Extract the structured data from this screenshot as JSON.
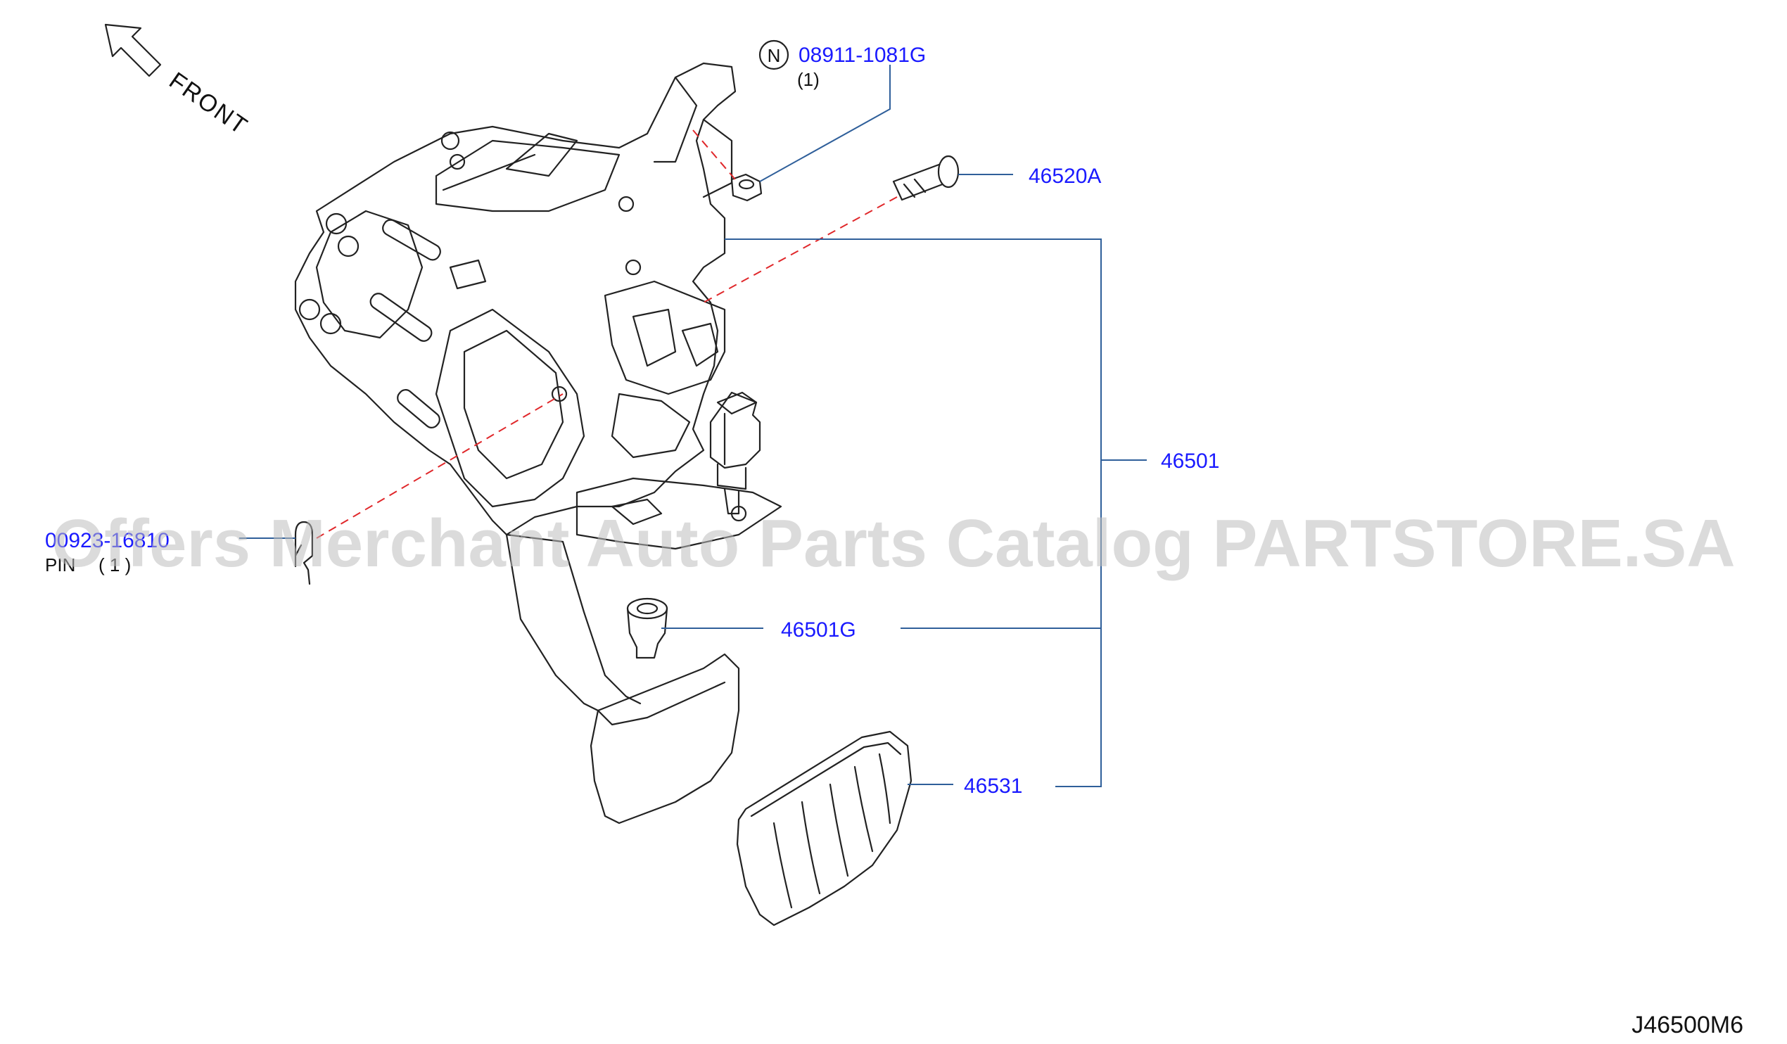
{
  "orientation": {
    "label": "FRONT"
  },
  "callouts": [
    {
      "id": "nut",
      "badge": "N",
      "part_number": "08911-1081G",
      "qty": "(1)"
    },
    {
      "id": "bolt",
      "part_number": "46520A"
    },
    {
      "id": "assembly",
      "part_number": "46501"
    },
    {
      "id": "bushing",
      "part_number": "46501G"
    },
    {
      "id": "pad",
      "part_number": "46531"
    },
    {
      "id": "pin",
      "part_number": "00923-16810",
      "name": "PIN",
      "qty": "( 1 )"
    }
  ],
  "diagram_code": "J46500M6",
  "watermark": "Offers Merchant Auto Parts Catalog PARTSTORE.SA",
  "colors": {
    "label": "#1a1aff",
    "leader": "#2f5f9a",
    "alignment": "#e0282b"
  }
}
